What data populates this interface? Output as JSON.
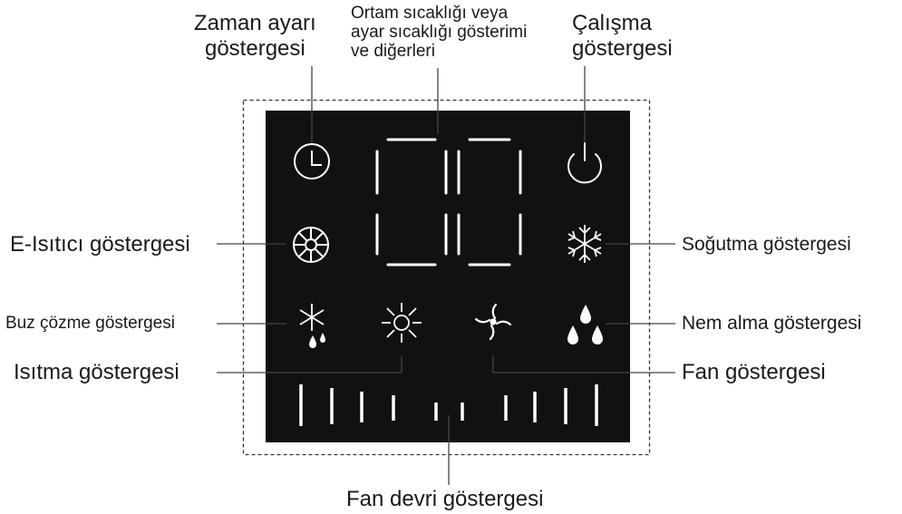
{
  "labels": {
    "timer": [
      "Zaman ayarı",
      "göstergesi"
    ],
    "temperature": [
      "Ortam sıcaklığı veya",
      "ayar sıcaklığı gösterimi",
      "ve diğerleri"
    ],
    "running": [
      "Çalışma",
      "göstergesi"
    ],
    "e_heater": "E-Isıtıcı göstergesi",
    "cooling": "Soğutma göstergesi",
    "defrost": "Buz çözme göstergesi",
    "dehumidify": "Nem alma göstergesi",
    "heating": "Isıtma göstergesi",
    "fan": "Fan göstergesi",
    "fan_speed": "Fan devri göstergesi"
  },
  "colors": {
    "panel": "#111111",
    "icon": "#ffffff",
    "line": "#333333",
    "text": "#1a1a1a"
  },
  "icons": [
    "clock-icon",
    "power-icon",
    "heater-fan-icon",
    "snowflake-icon",
    "defrost-icon",
    "sun-icon",
    "fan-icon",
    "water-drops-icon"
  ]
}
